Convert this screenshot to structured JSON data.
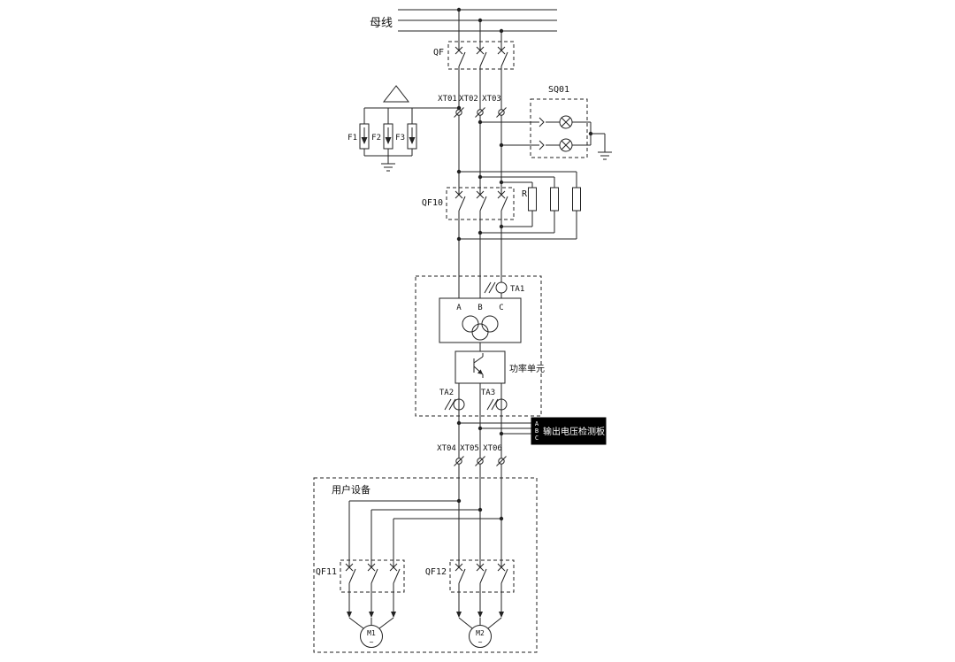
{
  "schematic": {
    "busbar": "母线",
    "qf": "QF",
    "input_terminals": [
      "XT01",
      "XT02",
      "XT03"
    ],
    "arresters": [
      "F1",
      "F2",
      "F3"
    ],
    "switch_box": "SQ01",
    "qf10": "QF10",
    "resistor": "R",
    "ct_input": "TA1",
    "phase_letters": [
      "A",
      "B",
      "C"
    ],
    "power_unit": "功率单元",
    "ct_output": [
      "TA2",
      "TA3"
    ],
    "voltage_board": {
      "phases": [
        "A",
        "B",
        "C"
      ],
      "label": "输出电压检测板"
    },
    "output_terminals": [
      "XT04",
      "XT05",
      "XT06"
    ],
    "user_equipment": "用户设备",
    "qf11": "QF11",
    "qf12": "QF12",
    "motors": [
      {
        "name": "M1",
        "type": "~"
      },
      {
        "name": "M2",
        "type": "~"
      }
    ]
  },
  "colors": {
    "line": "#222222",
    "background": "#ffffff",
    "board_bg": "#000000",
    "board_text": "#ffffff"
  }
}
